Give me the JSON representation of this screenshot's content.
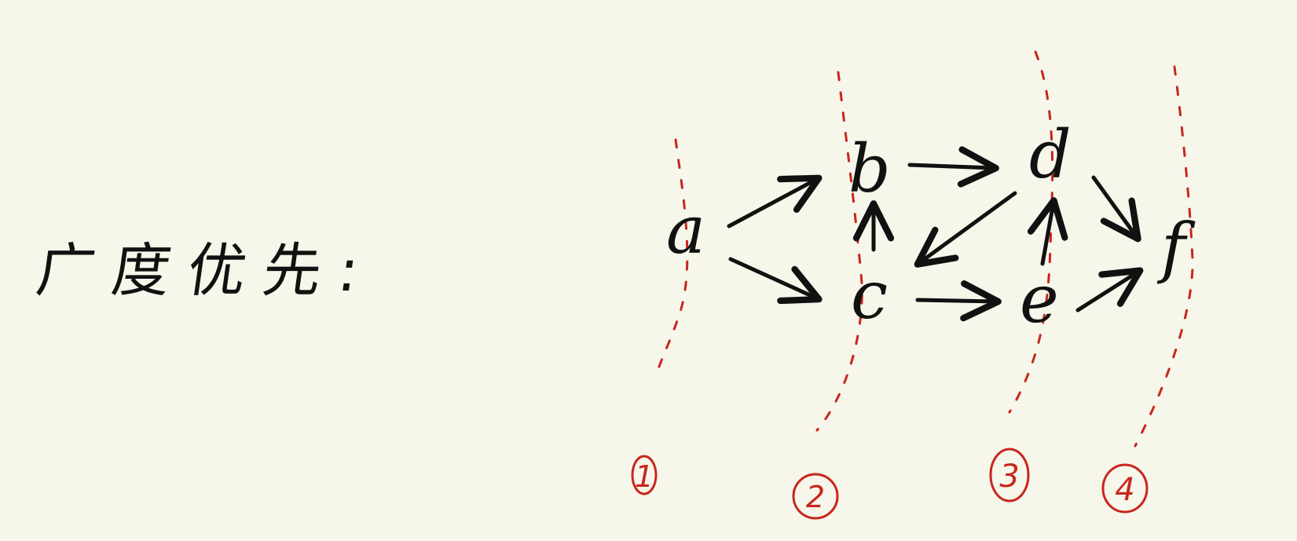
{
  "heading": "广度优先:",
  "nodes": [
    {
      "id": "a",
      "label": "a"
    },
    {
      "id": "b",
      "label": "b"
    },
    {
      "id": "c",
      "label": "c"
    },
    {
      "id": "d",
      "label": "d"
    },
    {
      "id": "e",
      "label": "e"
    },
    {
      "id": "f",
      "label": "f"
    }
  ],
  "edges": [
    {
      "from": "a",
      "to": "b"
    },
    {
      "from": "a",
      "to": "c"
    },
    {
      "from": "c",
      "to": "b"
    },
    {
      "from": "b",
      "to": "d"
    },
    {
      "from": "d",
      "to": "c"
    },
    {
      "from": "c",
      "to": "e"
    },
    {
      "from": "e",
      "to": "d"
    },
    {
      "from": "d",
      "to": "f"
    },
    {
      "from": "e",
      "to": "f"
    }
  ],
  "levels": [
    {
      "label": "1"
    },
    {
      "label": "2"
    },
    {
      "label": "3"
    },
    {
      "label": "4"
    }
  ],
  "colors": {
    "background": "#f6f6ea",
    "ink": "#111111",
    "annotation": "#c8261e"
  }
}
